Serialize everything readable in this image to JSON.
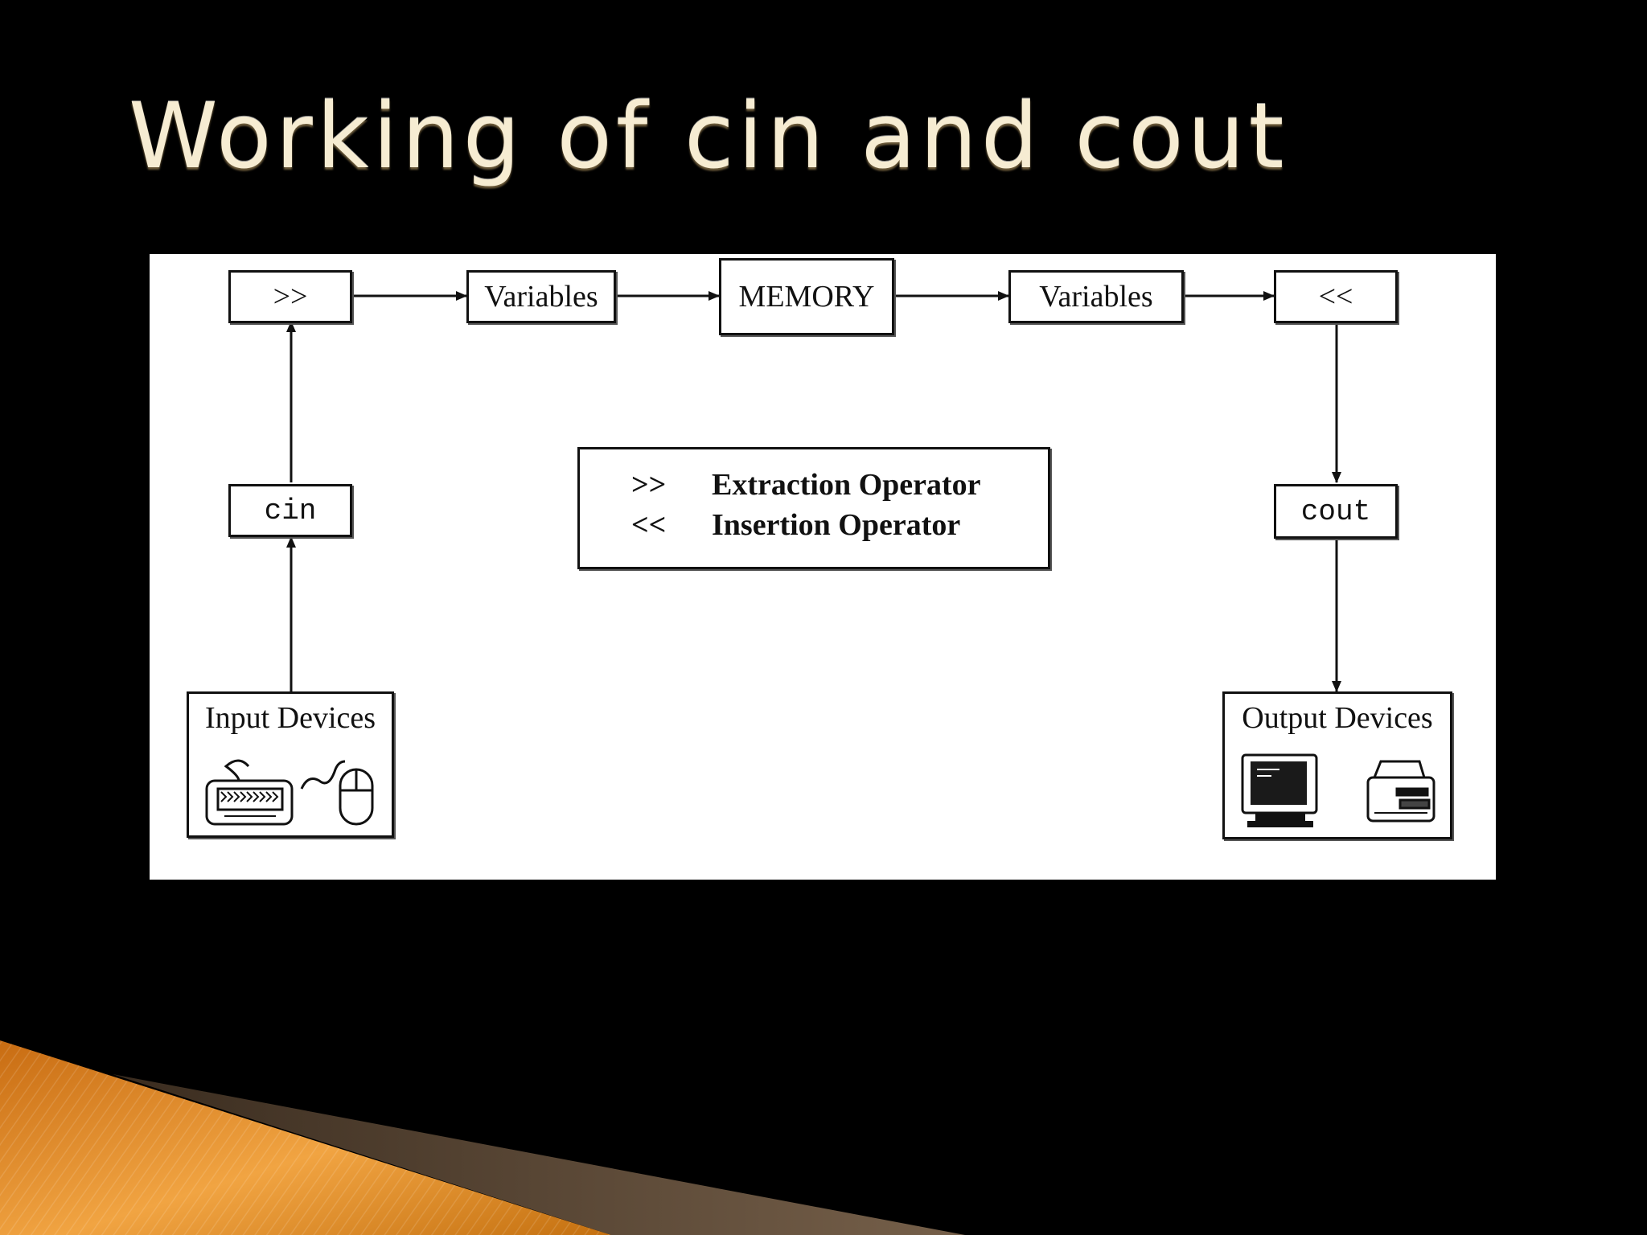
{
  "slide": {
    "title": "Working of cin and cout"
  },
  "diagram": {
    "nodes": {
      "extraction_op": ">>",
      "variables_in": "Variables",
      "memory": "MEMORY",
      "variables_out": "Variables",
      "insertion_op": "<<",
      "cin": "cin",
      "cout": "cout",
      "input_devices": "Input Devices",
      "output_devices": "Output Devices"
    },
    "legend": [
      {
        "symbol": ">>",
        "label": "Extraction Operator"
      },
      {
        "symbol": "<<",
        "label": "Insertion Operator"
      }
    ]
  },
  "icons": {
    "input": [
      "keyboard-icon",
      "mouse-icon"
    ],
    "output": [
      "monitor-icon",
      "printer-icon"
    ]
  },
  "colors": {
    "background": "#000000",
    "title": "#f6ecd2",
    "accent_orange": "#e08a1e",
    "accent_brown": "#6e5843"
  }
}
